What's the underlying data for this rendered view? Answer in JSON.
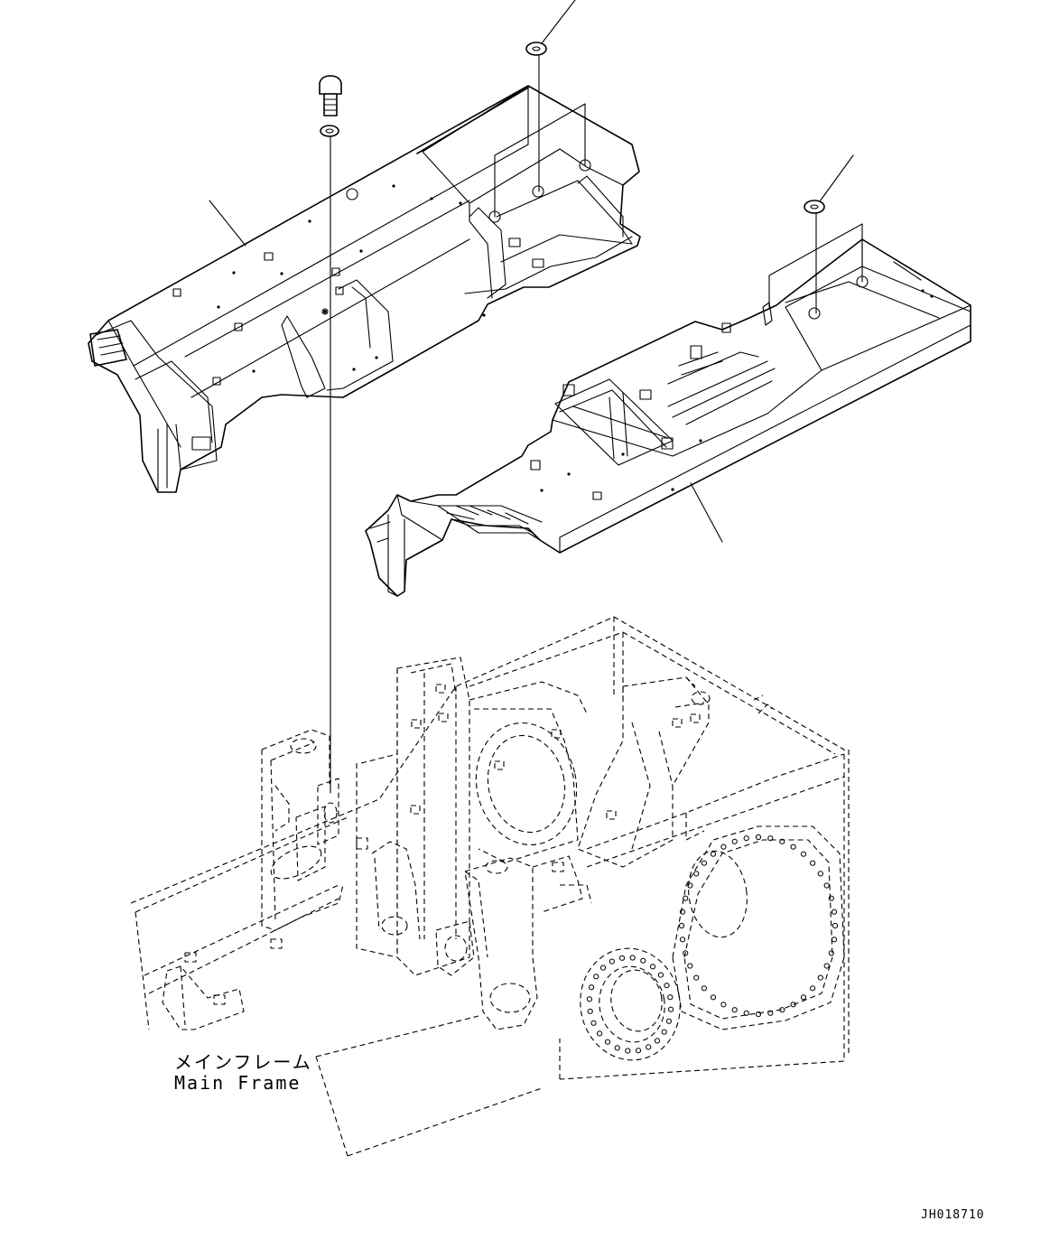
{
  "labels": {
    "main_frame_jp": "メインフレーム",
    "main_frame_en": "Main Frame",
    "drawing_id": "JH018710"
  }
}
